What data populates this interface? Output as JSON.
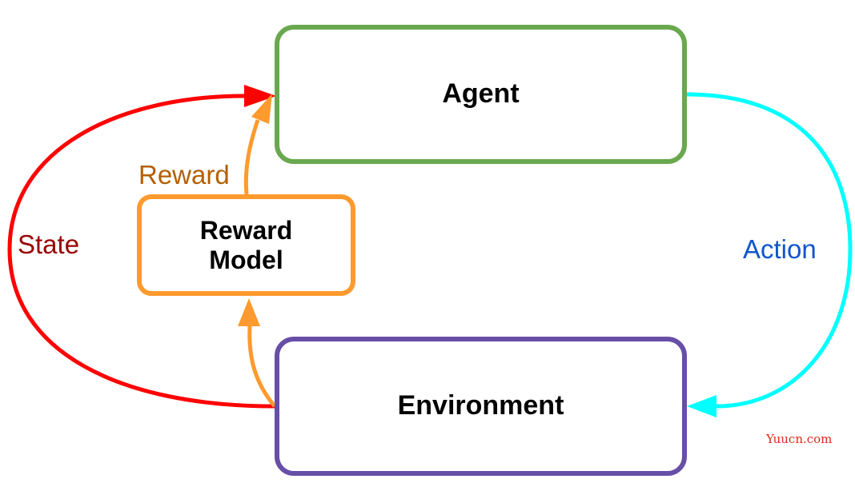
{
  "nodes": {
    "agent": {
      "label": "Agent",
      "border_color": "#6aa84f"
    },
    "reward_model": {
      "label": "Reward\nModel",
      "border_color": "#ff9a2e"
    },
    "environment": {
      "label": "Environment",
      "border_color": "#674ea7"
    }
  },
  "edges": {
    "state": {
      "label": "State",
      "color": "#ff0000",
      "label_color": "#990000",
      "from": "environment",
      "to": "agent"
    },
    "reward": {
      "label": "Reward",
      "color": "#ff9a2e",
      "label_color": "#b45f06",
      "from": "reward_model",
      "to": "agent"
    },
    "env_to_reward": {
      "label": "",
      "color": "#ff9a2e",
      "from": "environment",
      "to": "reward_model"
    },
    "action": {
      "label": "Action",
      "color": "#00ffff",
      "label_color": "#1155cc",
      "from": "agent",
      "to": "environment"
    }
  },
  "watermark": "Yuucn.com"
}
